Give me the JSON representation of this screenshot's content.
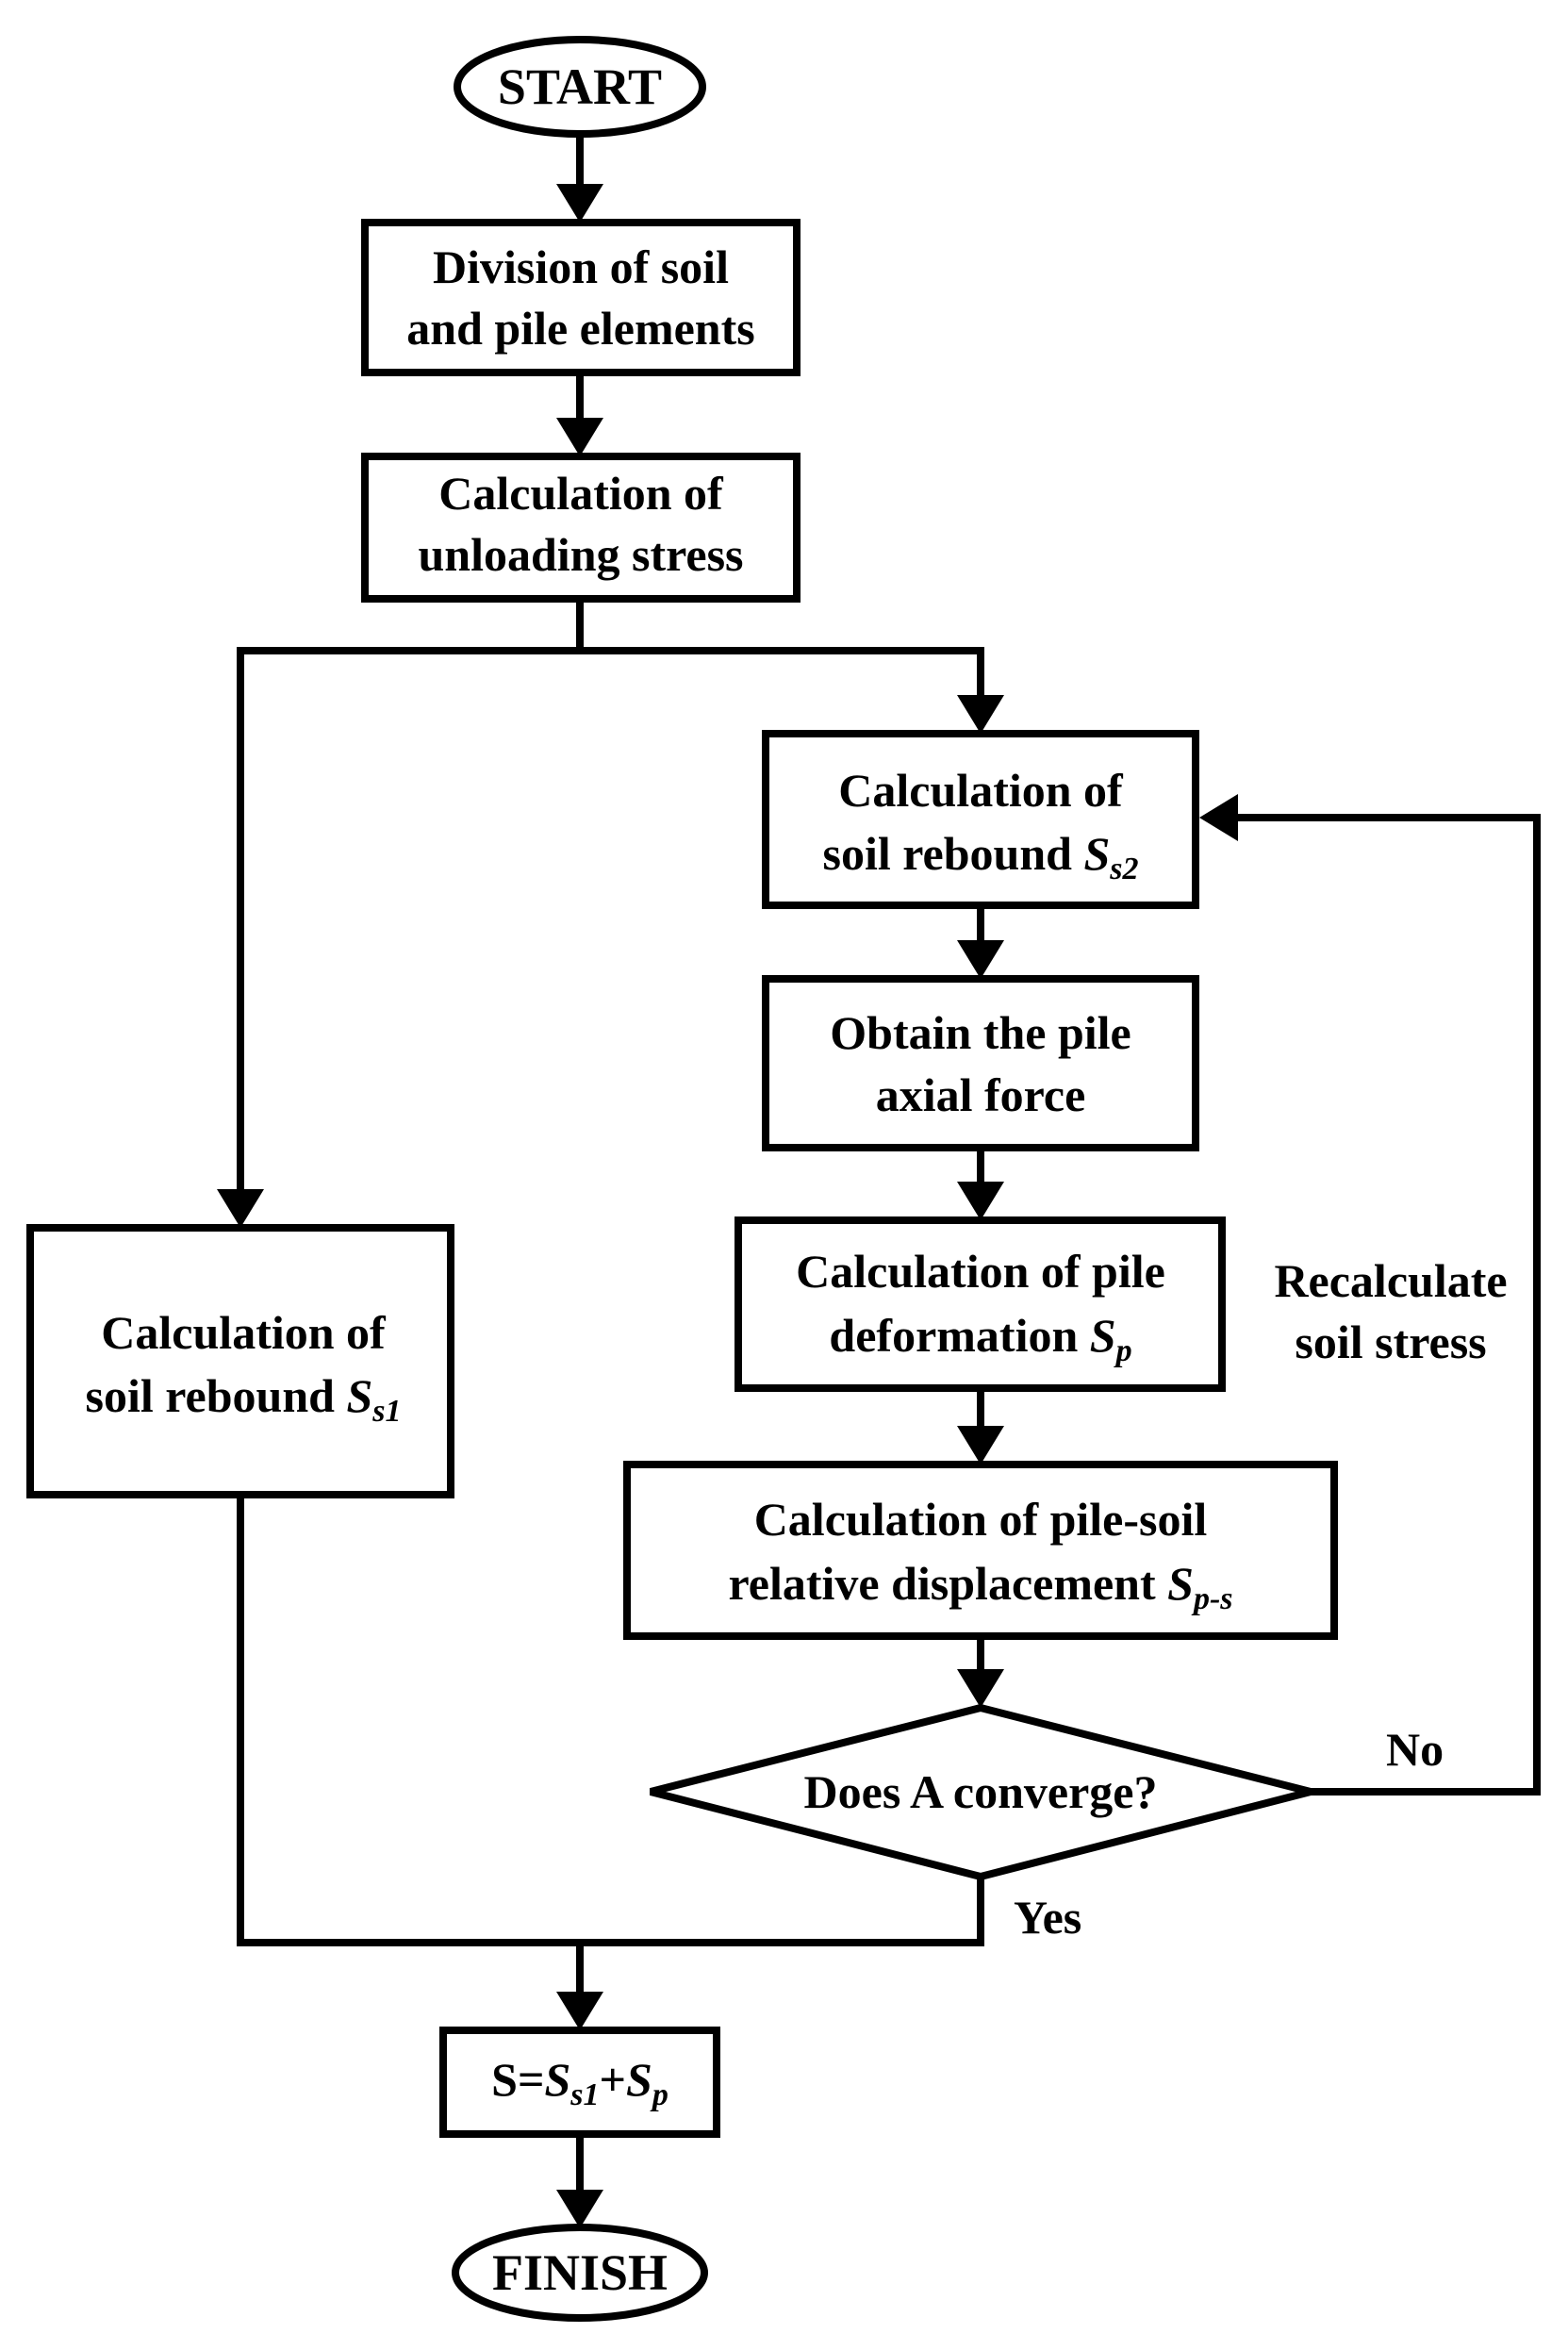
{
  "flowchart": {
    "start": "START",
    "finish": "FINISH",
    "division": [
      "Division of soil",
      "and pile elements"
    ],
    "unloading": [
      "Calculation of",
      "unloading stress"
    ],
    "rebound_s1": {
      "line1": "Calculation of",
      "line2": "soil rebound ",
      "sym": "S",
      "sub": "s1"
    },
    "rebound_s2": {
      "line1": "Calculation of",
      "line2": "soil rebound ",
      "sym": "S",
      "sub": "s2"
    },
    "axial": [
      "Obtain the pile",
      "axial force"
    ],
    "deformation": {
      "line1": "Calculation of pile",
      "line2": "deformation ",
      "sym": "S",
      "sub": "p"
    },
    "relative": {
      "line1": "Calculation of pile-soil",
      "line2": "relative displacement ",
      "sym": "S",
      "sub": "p-s"
    },
    "decision": "Does A converge?",
    "no_label": "No",
    "yes_label": "Yes",
    "recalc": [
      "Recalculate",
      "soil stress"
    ],
    "result": {
      "prefix": "S=",
      "sym1": "S",
      "sub1": "s1",
      "plus": "+",
      "sym2": "S",
      "sub2": "p"
    }
  }
}
